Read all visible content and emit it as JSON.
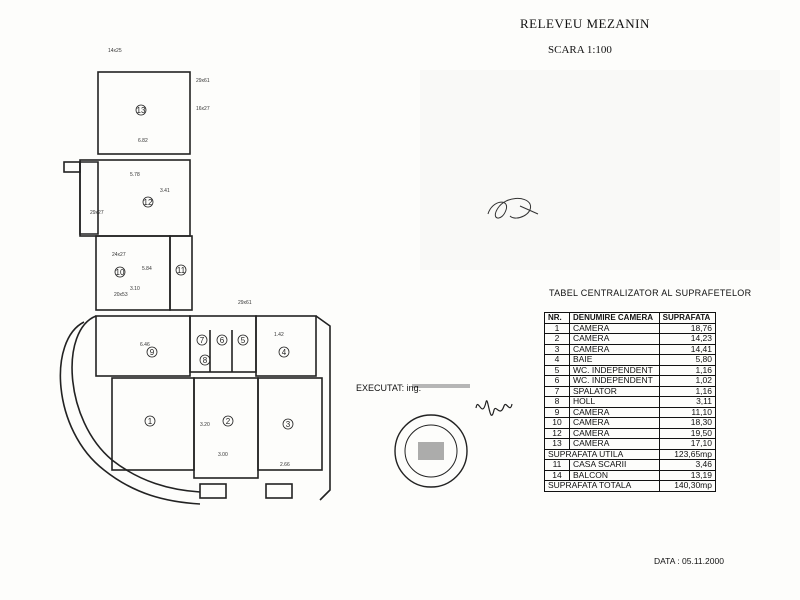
{
  "header": {
    "title": "RELEVEU MEZANIN",
    "scale": "SCARA 1:100"
  },
  "plan": {
    "room_numbers": [
      "1",
      "2",
      "3",
      "4",
      "5",
      "6",
      "7",
      "8",
      "9",
      "10",
      "11",
      "12",
      "13"
    ],
    "dimensions": [
      "14x25",
      "29x61",
      "16x27",
      "6.82",
      "5.78",
      "3.41",
      "29x27",
      "24x27",
      "5.84",
      "3.10",
      "20x53",
      "1.42",
      "29x61",
      "6.46",
      "3.20",
      "3.00",
      "2.66"
    ]
  },
  "table": {
    "title": "TABEL CENTRALIZATOR AL SUPRAFETELOR",
    "headers": [
      "NR.",
      "DENUMIRE CAMERA",
      "SUPRAFATA"
    ],
    "rows": [
      {
        "nr": "1",
        "name": "CAMERA",
        "area": "18,76"
      },
      {
        "nr": "2",
        "name": "CAMERA",
        "area": "14,23"
      },
      {
        "nr": "3",
        "name": "CAMERA",
        "area": "14,41"
      },
      {
        "nr": "4",
        "name": "BAIE",
        "area": "5,80"
      },
      {
        "nr": "5",
        "name": "WC. INDEPENDENT",
        "area": "1,16"
      },
      {
        "nr": "6",
        "name": "WC. INDEPENDENT",
        "area": "1,02"
      },
      {
        "nr": "7",
        "name": "SPALATOR",
        "area": "1,16"
      },
      {
        "nr": "8",
        "name": "HOLL",
        "area": "3,11"
      },
      {
        "nr": "9",
        "name": "CAMERA",
        "area": "11,10"
      },
      {
        "nr": "10",
        "name": "CAMERA",
        "area": "18,30"
      },
      {
        "nr": "12",
        "name": "CAMERA",
        "area": "19,50"
      },
      {
        "nr": "13",
        "name": "CAMERA",
        "area": "17,10"
      }
    ],
    "util_label": "SUPRAFATA UTILA",
    "util_value": "123,65mp",
    "extra_rows": [
      {
        "nr": "11",
        "name": "CASA SCARII",
        "area": "3,46"
      },
      {
        "nr": "14",
        "name": "BALCON",
        "area": "13,19"
      }
    ],
    "total_label": "SUPRAFATA TOTALA",
    "total_value": "140,30mp"
  },
  "executed_label": "EXECUTAT: ing.",
  "date": "DATA : 05.11.2000"
}
